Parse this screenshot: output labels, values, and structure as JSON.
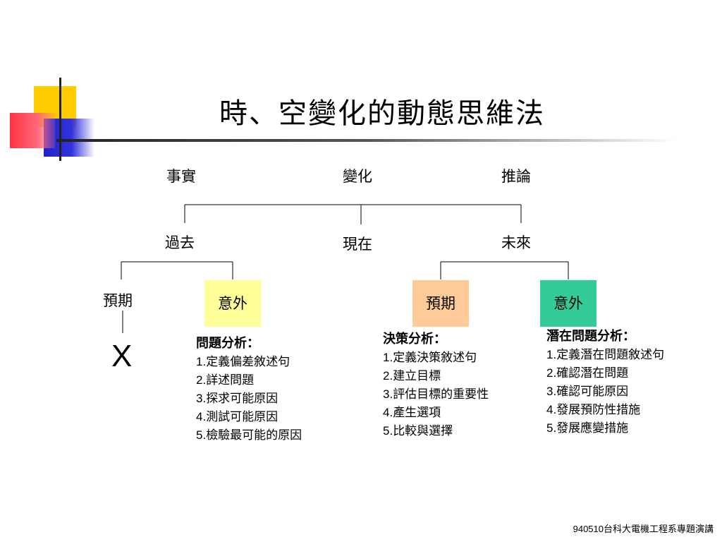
{
  "title": "時、空變化的動態思維法",
  "top_row": [
    "事實",
    "變化",
    "推論"
  ],
  "middle_row": [
    "過去",
    "現在",
    "未來"
  ],
  "left_branch": {
    "expected": "預期",
    "unexpected": "意外",
    "result": "X"
  },
  "right_branch": {
    "expected": "預期",
    "unexpected": "意外"
  },
  "colors": {
    "past_unexpected": "#ffff99",
    "future_expected": "#ffcc99",
    "future_unexpected": "#33cc99"
  },
  "lists": {
    "problem_analysis": {
      "heading": "問題分析：",
      "items": [
        {
          "num": "1.",
          "text": "定義偏差敘述句"
        },
        {
          "num": "2.",
          "text": "詳述問題"
        },
        {
          "num": "3.",
          "text": "探求可能原因"
        },
        {
          "num": "4.",
          "text": "測試可能原因"
        },
        {
          "num": "5.",
          "text": "檢驗最可能的原因"
        }
      ]
    },
    "decision_analysis": {
      "heading": "決策分析：",
      "items": [
        {
          "num": "1.",
          "text": "定義決策敘述句"
        },
        {
          "num": "2.",
          "text": "建立目標"
        },
        {
          "num": "3.",
          "text": "評估目標的重要性"
        },
        {
          "num": "4.",
          "text": "產生選項"
        },
        {
          "num": "5.",
          "text": "比較與選擇"
        }
      ]
    },
    "potential_problem_analysis": {
      "heading": "潛在問題分析：",
      "items": [
        {
          "num": "1.",
          "text": "定義潛在問題敘述句"
        },
        {
          "num": "2.",
          "text": "確認潛在問題"
        },
        {
          "num": "3.",
          "text": "確認可能原因"
        },
        {
          "num": "4.",
          "text": "發展預防性措施"
        },
        {
          "num": "5.",
          "text": "發展應變措施"
        }
      ]
    }
  },
  "footer": "940510台科大電機工程系專題演講"
}
